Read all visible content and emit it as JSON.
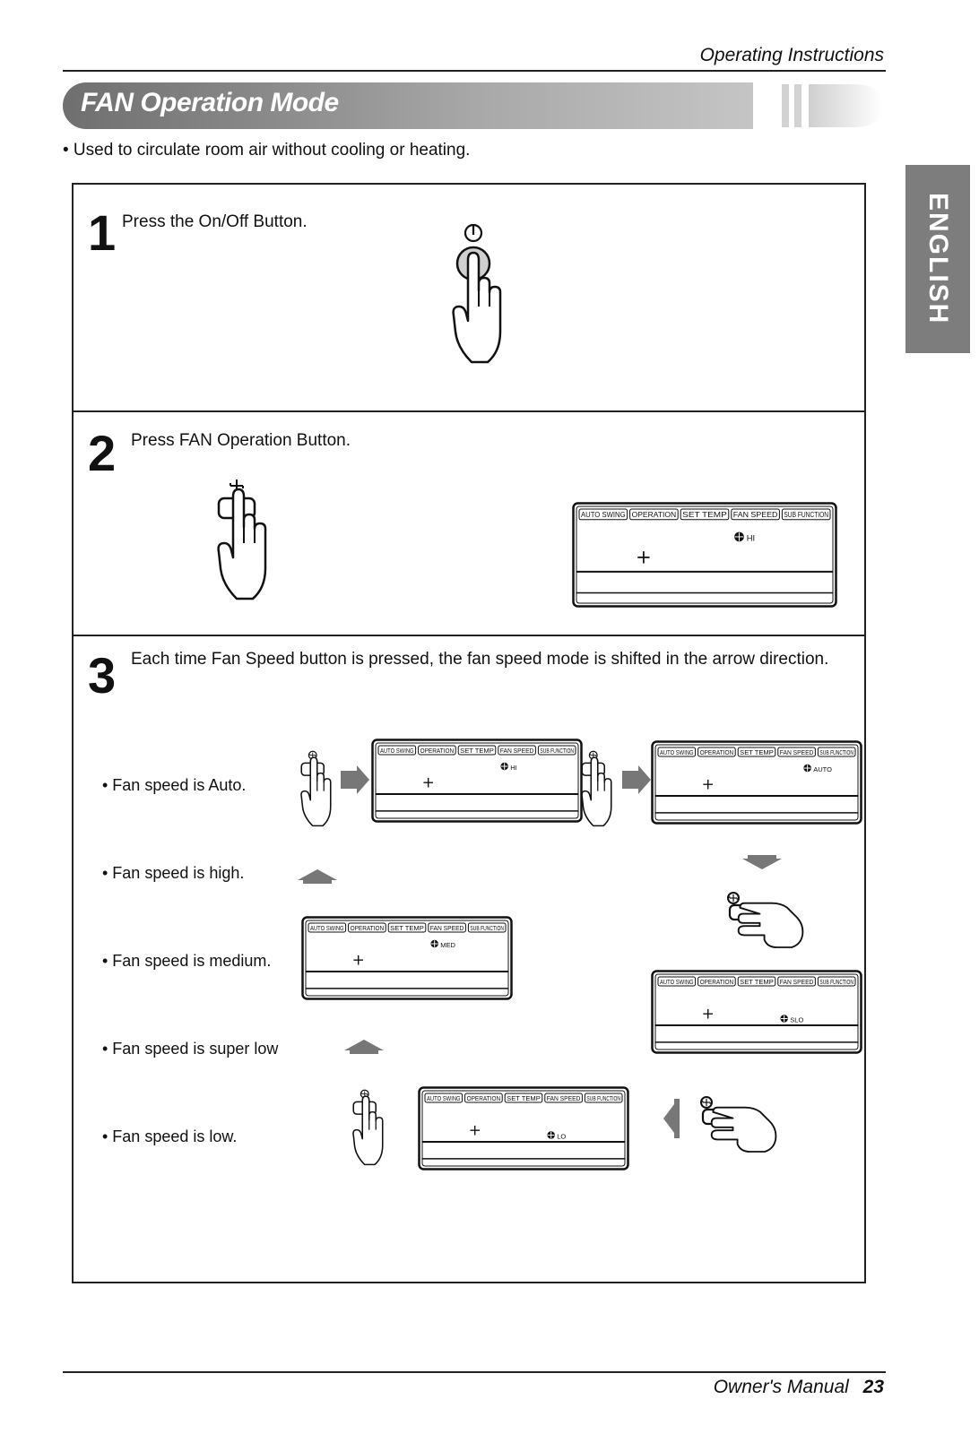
{
  "header": {
    "section": "Operating Instructions"
  },
  "title": "FAN Operation Mode",
  "intro": "• Used to circulate room air without cooling or heating.",
  "language_tab": "ENGLISH",
  "steps": [
    {
      "number": "1",
      "text": "Press the On/Off Button."
    },
    {
      "number": "2",
      "text": "Press FAN Operation Button."
    },
    {
      "number": "3",
      "text": "Each time Fan Speed button is pressed, the fan speed mode is shifted in the arrow direction."
    }
  ],
  "display": {
    "tabs": [
      "AUTO SWING",
      "OPERATION",
      "SET TEMP",
      "FAN SPEED",
      "SUB FUNCTION"
    ],
    "fan_symbol": "+",
    "speed_hi": "HI",
    "speed_auto": "AUTO",
    "speed_med": "MED",
    "speed_slo": "SLO",
    "speed_lo": "LO"
  },
  "fan_speeds": [
    "• Fan speed is Auto.",
    "• Fan speed is high.",
    "• Fan speed is medium.",
    "• Fan speed is super low",
    "• Fan speed is low."
  ],
  "footer": {
    "manual": "Owner's Manual",
    "page": "23"
  }
}
